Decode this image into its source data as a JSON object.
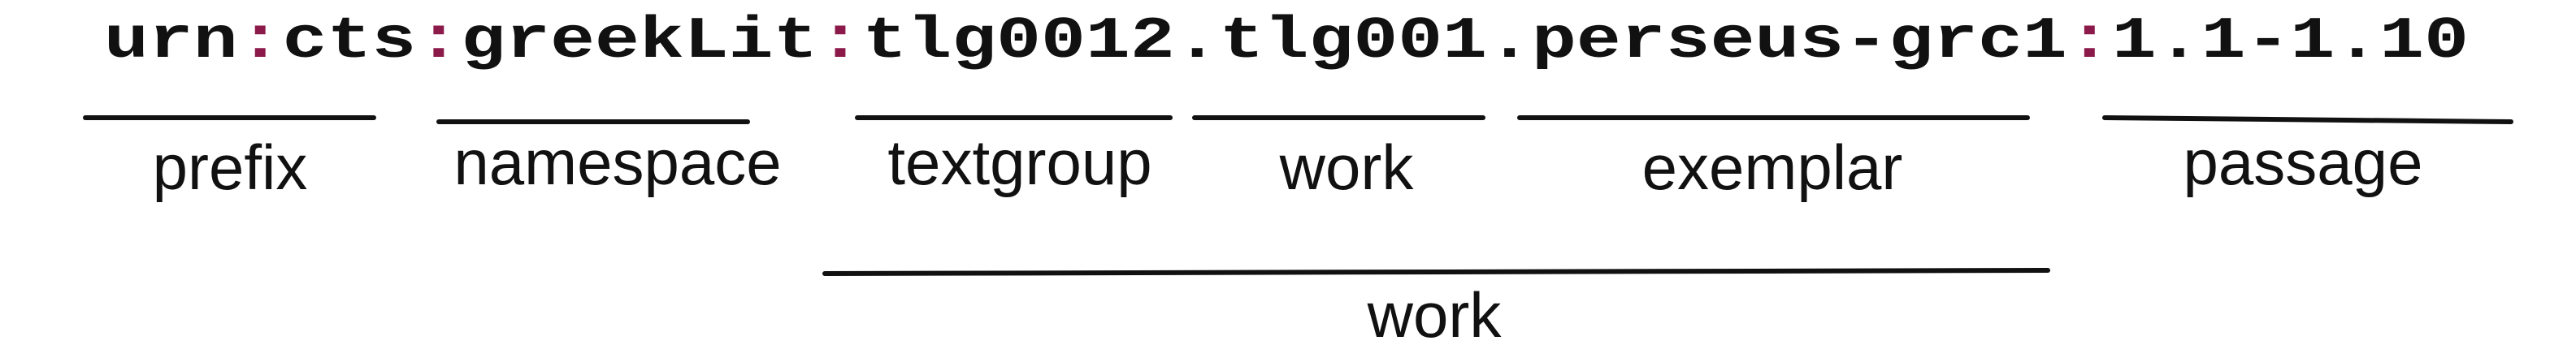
{
  "urn": {
    "segments": [
      {
        "text": "urn",
        "role": "part"
      },
      {
        "text": ":",
        "role": "sep"
      },
      {
        "text": "cts",
        "role": "part"
      },
      {
        "text": ":",
        "role": "sep"
      },
      {
        "text": "greekLit",
        "role": "part"
      },
      {
        "text": ":",
        "role": "sep"
      },
      {
        "text": "tlg0012",
        "role": "part"
      },
      {
        "text": ".",
        "role": "part"
      },
      {
        "text": "tlg001",
        "role": "part"
      },
      {
        "text": ".",
        "role": "part"
      },
      {
        "text": "perseus-grc1",
        "role": "part"
      },
      {
        "text": ":",
        "role": "sep"
      },
      {
        "text": "1.1-1.10",
        "role": "part"
      }
    ]
  },
  "components": [
    {
      "id": "prefix",
      "label": "prefix"
    },
    {
      "id": "namespace",
      "label": "namespace"
    },
    {
      "id": "textgroup",
      "label": "textgroup"
    },
    {
      "id": "work",
      "label": "work"
    },
    {
      "id": "exemplar",
      "label": "exemplar"
    },
    {
      "id": "passage",
      "label": "passage"
    }
  ],
  "group": {
    "id": "work-group",
    "label": "work"
  },
  "colors": {
    "text": "#111111",
    "separator": "#8b1a4a",
    "rule": "#111111"
  }
}
